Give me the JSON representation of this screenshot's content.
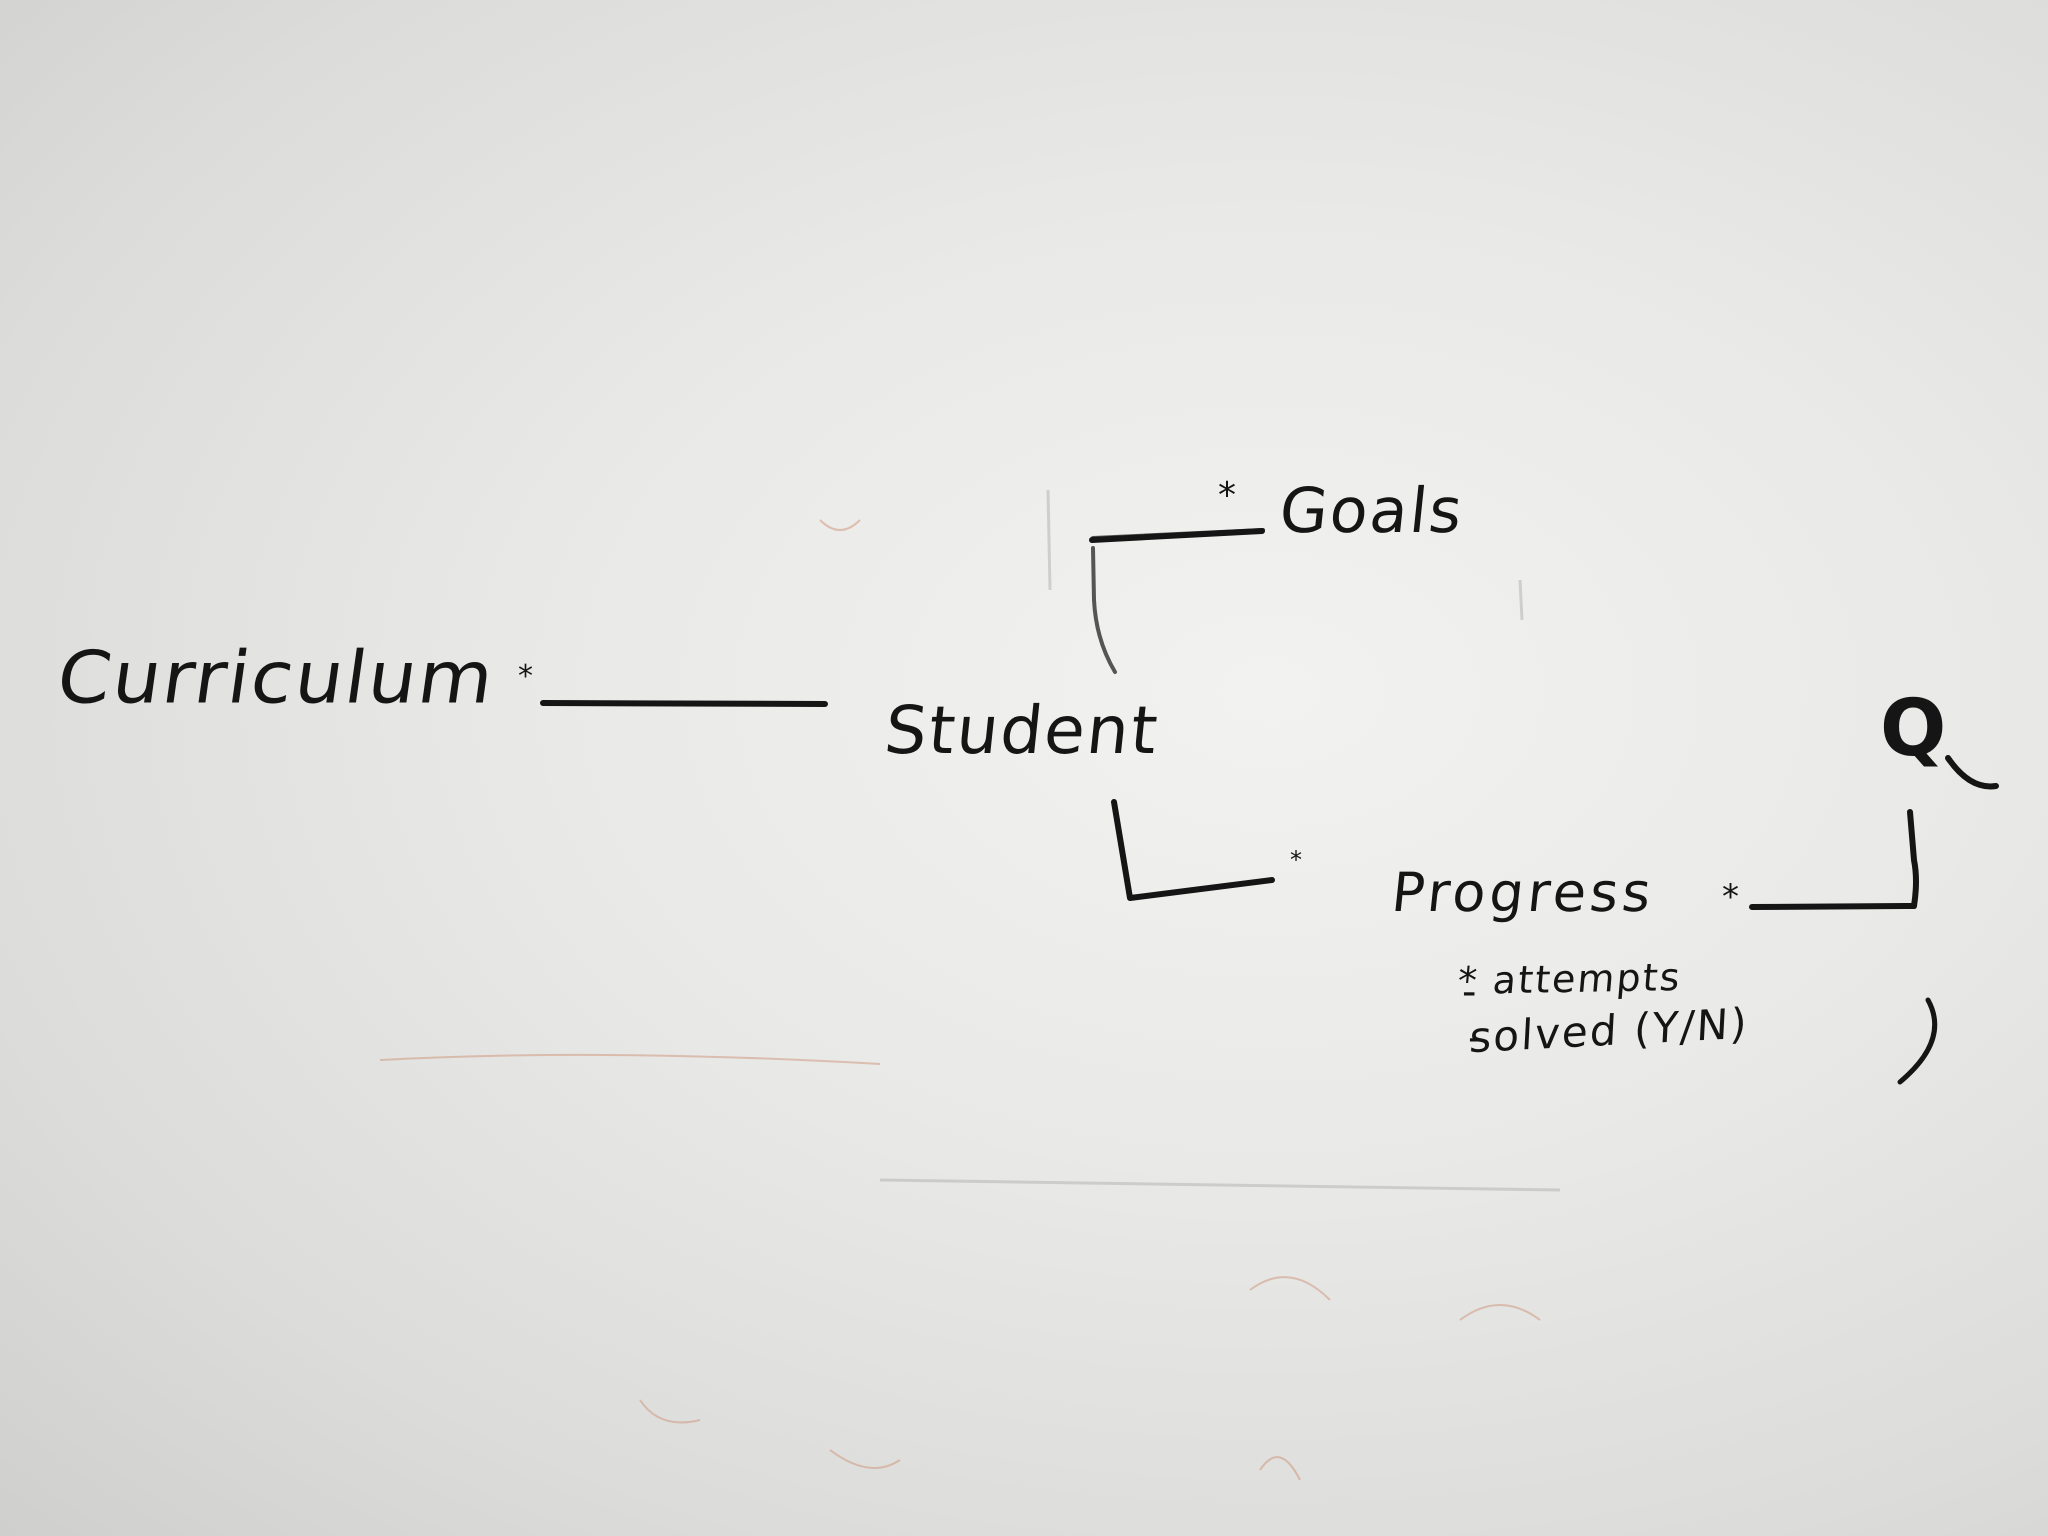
{
  "entities": {
    "curriculum": "Curriculum",
    "student": "Student",
    "goals": "Goals",
    "progress": "Progress",
    "q": "Q"
  },
  "multiplicities": {
    "curriculum_end": "*",
    "goals_end": "*",
    "progress_left_end": "*",
    "progress_right_end": "*"
  },
  "progress_attributes": {
    "attempts": "* attempts",
    "solved": "solved (Y/N)",
    "bullet": "-"
  },
  "colors": {
    "marker": "#151515",
    "board": "#ececea"
  }
}
